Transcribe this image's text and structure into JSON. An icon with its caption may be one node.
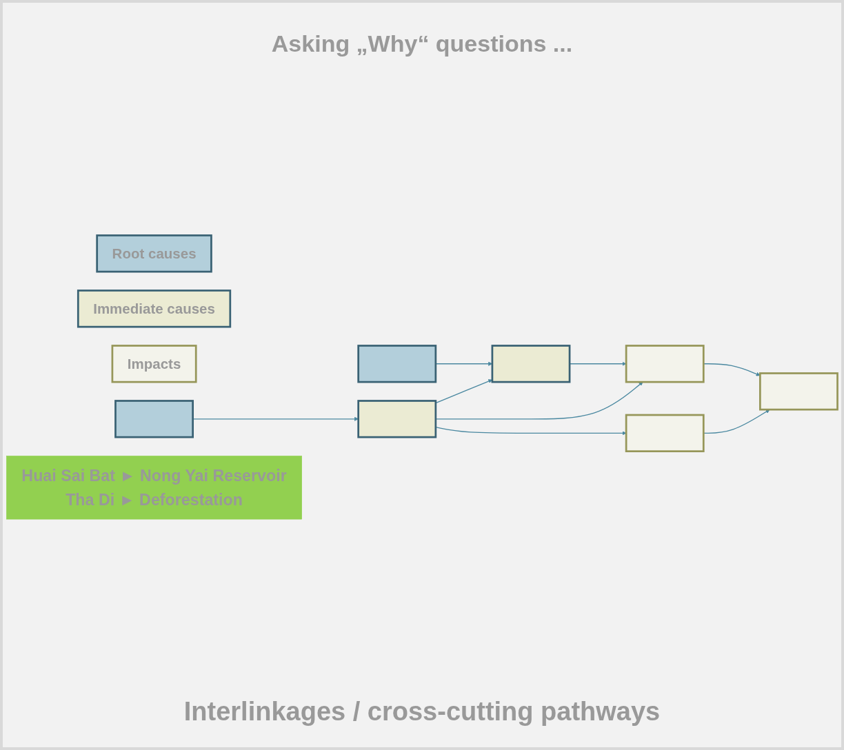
{
  "diagram": {
    "title": "Asking „Why“ questions ...",
    "nodes": [
      {
        "text": [
          "Root causes"
        ]
      },
      {
        "text": [
          "Immediate causes"
        ]
      },
      {
        "text": [
          "Impacts"
        ]
      },
      {
        "text": [],
        "shape": "box"
      },
      {
        "text": [],
        "shape": "box"
      },
      {
        "text": [],
        "shape": "box"
      },
      {
        "text": [],
        "shape": "box"
      },
      {
        "text": [],
        "shape": "box"
      },
      {
        "text": [],
        "shape": "box"
      },
      {
        "text": [],
        "shape": "box"
      },
      {
        "text": [
          "Huai Sai Bat ► Nong Yai Reservoir",
          "Tha Di ► Deforestation"
        ]
      }
    ],
    "edges": [
      {
        "from": 3,
        "to": 5,
        "arrow": "to"
      },
      {
        "from": 4,
        "to": 6,
        "arrow": "to"
      },
      {
        "from": 6,
        "to": 5,
        "arrow": "to"
      },
      {
        "from": 5,
        "to": 7,
        "arrow": "to"
      },
      {
        "from": 6,
        "to": 7,
        "arrow": "to"
      },
      {
        "from": 6,
        "to": 8,
        "arrow": "to"
      },
      {
        "from": 7,
        "to": 9,
        "arrow": "to"
      },
      {
        "from": 8,
        "to": 9,
        "arrow": "to"
      }
    ],
    "labels": [
      "Interlinkages / cross-cutting pathways"
    ]
  }
}
